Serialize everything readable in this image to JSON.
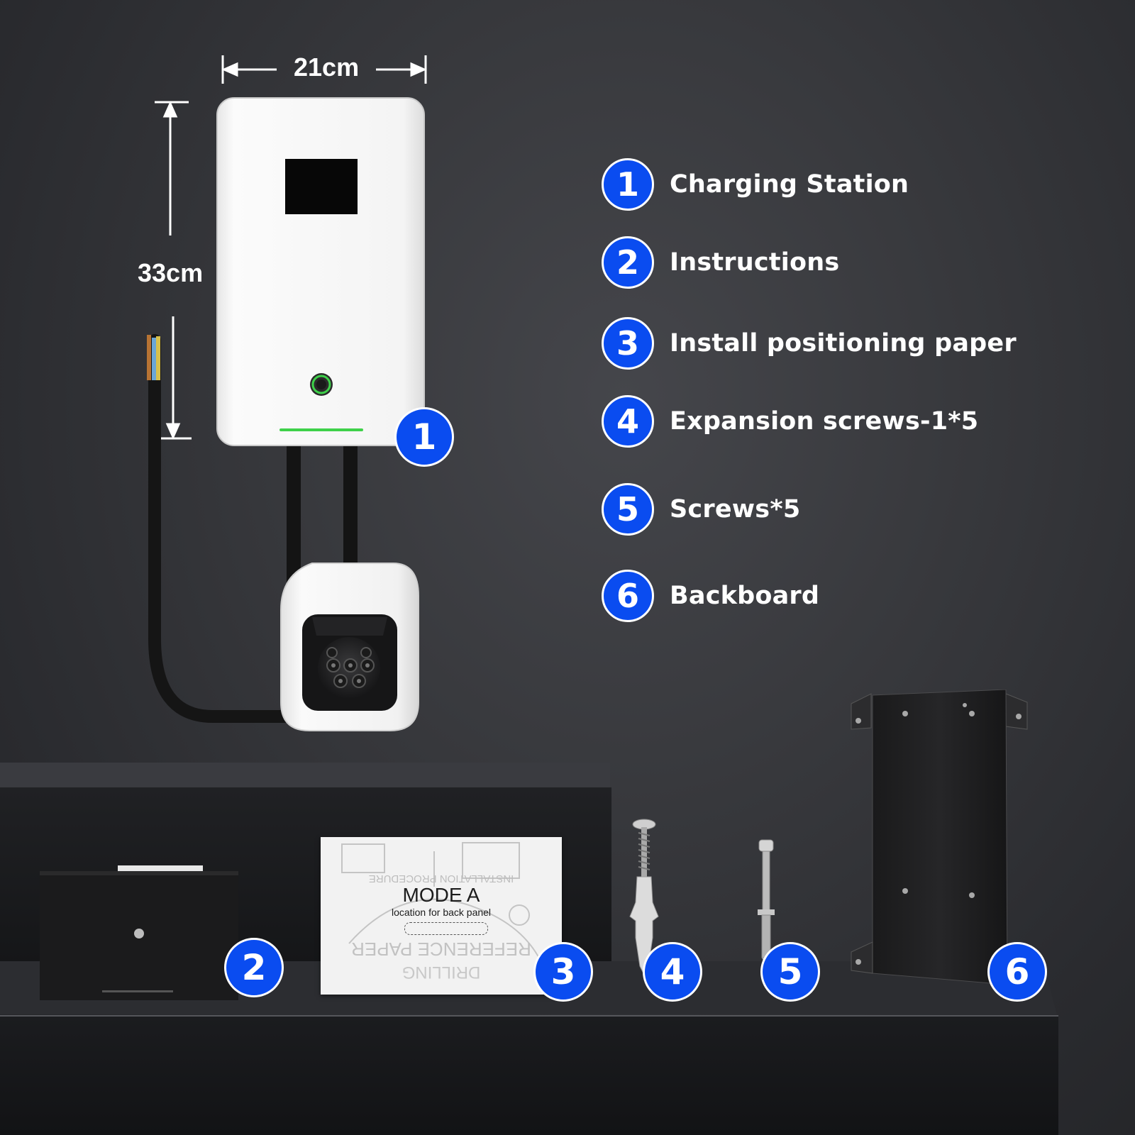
{
  "dimensions": {
    "width_label": "21cm",
    "height_label": "33cm"
  },
  "legend": [
    {
      "number": "1",
      "label": "Charging Station"
    },
    {
      "number": "2",
      "label": "Instructions"
    },
    {
      "number": "3",
      "label": "Install positioning paper"
    },
    {
      "number": "4",
      "label": "Expansion screws-1*5"
    },
    {
      "number": "5",
      "label": "Screws*5"
    },
    {
      "number": "6",
      "label": "Backboard"
    }
  ],
  "item_badges": {
    "charging_station": "1",
    "instructions": "2",
    "positioning_paper": "3",
    "expansion_screws": "4",
    "screws": "5",
    "backboard": "6"
  },
  "positioning_paper": {
    "mode_label": "MODE A",
    "subtitle": "location for back panel",
    "mirrored_top": "INSTALLATION PROCEDURE",
    "mirrored_bottom": "REFERENCE PAPER",
    "mirrored_drilling": "DRILLING"
  },
  "colors": {
    "badge_blue": "#0a4cf0",
    "wall": "#37383c",
    "shelf": "#1e1f22",
    "charger_body": "#f4f4f4",
    "led_green": "#3ed14a"
  },
  "icons": {
    "charger": "ev-wallbox-icon",
    "connector": "type2-socket-icon"
  }
}
